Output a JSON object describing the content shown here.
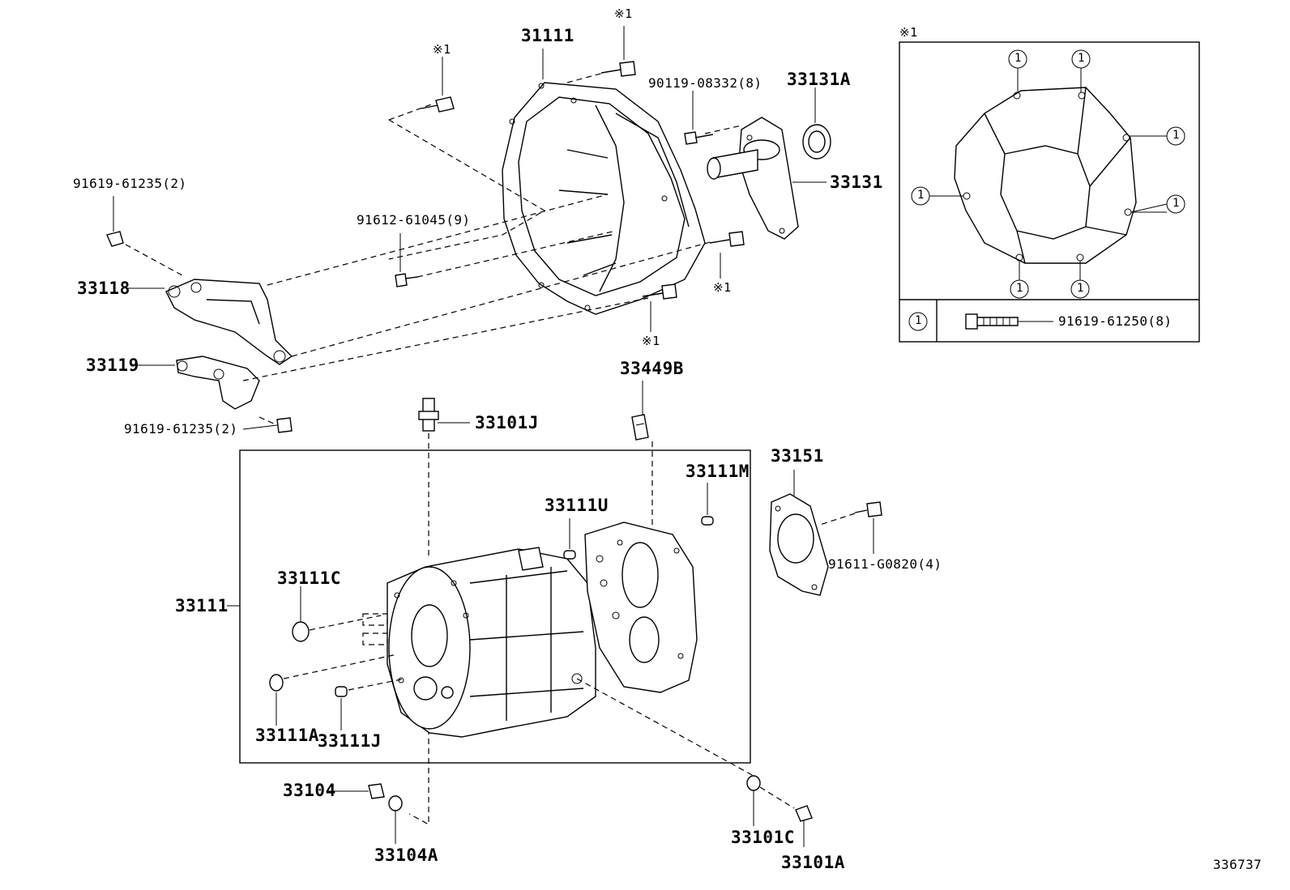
{
  "labels": {
    "p31111_top": "31111",
    "p33131A": "33131A",
    "p33131": "33131",
    "b90119": "90119-08332(8)",
    "b91619_top": "91619-61235(2)",
    "b91612": "91612-61045(9)",
    "p33118": "33118",
    "p33119": "33119",
    "b91619_bottom": "91619-61235(2)",
    "p33449B": "33449B",
    "p33101J": "33101J",
    "p33151": "33151",
    "b91611": "91611-G0820(4)",
    "p33111M": "33111M",
    "p33111U": "33111U",
    "p33111C_box": "33111C",
    "p33111_side": "33111",
    "p33111A": "33111A",
    "p33111J": "33111J",
    "p33104": "33104",
    "p33104A": "33104A",
    "p33101C": "33101C",
    "p33101A": "33101A",
    "note1_a": "※1",
    "note1_b": "※1",
    "note1_c": "※1",
    "note1_d": "※1",
    "note1_inset": "※1",
    "inset_bolt": "91619-61250(8)",
    "circle_num": "1",
    "diagram_id": "336737"
  }
}
